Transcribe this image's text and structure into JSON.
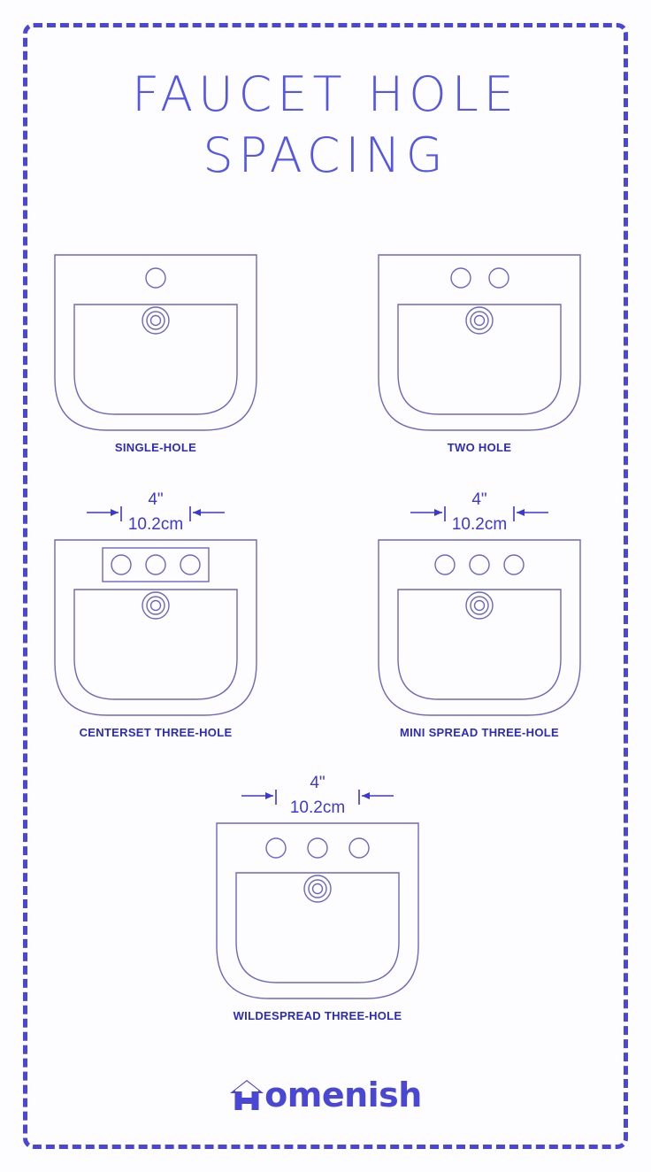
{
  "poster": {
    "title_lines": [
      "FAUCET HOLE",
      "SPACING"
    ],
    "background_color": "#fdfdff",
    "accent_color": "#4a47d4",
    "line_color": "#6b68c4",
    "label_color": "#2b2bbd",
    "title_color": "#5356e8"
  },
  "border": {
    "style": "dashed",
    "color": "#4a47d4"
  },
  "figures": [
    {
      "id": "single",
      "label": "SINGLE-HOLE",
      "hole_count": 1,
      "has_escutcheon": false,
      "has_dimension": false,
      "dimension_inches": "",
      "dimension_cm": ""
    },
    {
      "id": "two",
      "label": "TWO HOLE",
      "hole_count": 2,
      "has_escutcheon": false,
      "has_dimension": false,
      "dimension_inches": "",
      "dimension_cm": ""
    },
    {
      "id": "centerset",
      "label": "CENTERSET THREE-HOLE",
      "hole_count": 3,
      "has_escutcheon": true,
      "has_dimension": true,
      "dimension_inches": "4\"",
      "dimension_cm": "10.2cm"
    },
    {
      "id": "minispread",
      "label": "MINI SPREAD THREE-HOLE",
      "hole_count": 3,
      "has_escutcheon": false,
      "has_dimension": true,
      "dimension_inches": "4\"",
      "dimension_cm": "10.2cm"
    },
    {
      "id": "widespread",
      "label": "WILDESPREAD THREE-HOLE",
      "hole_count": 3,
      "has_escutcheon": false,
      "has_dimension": true,
      "dimension_inches": "4\"",
      "dimension_cm": "10.2cm"
    }
  ],
  "logo": {
    "brand": "omenish",
    "house_icon": "house-h-icon",
    "color": "#4a47d4"
  }
}
